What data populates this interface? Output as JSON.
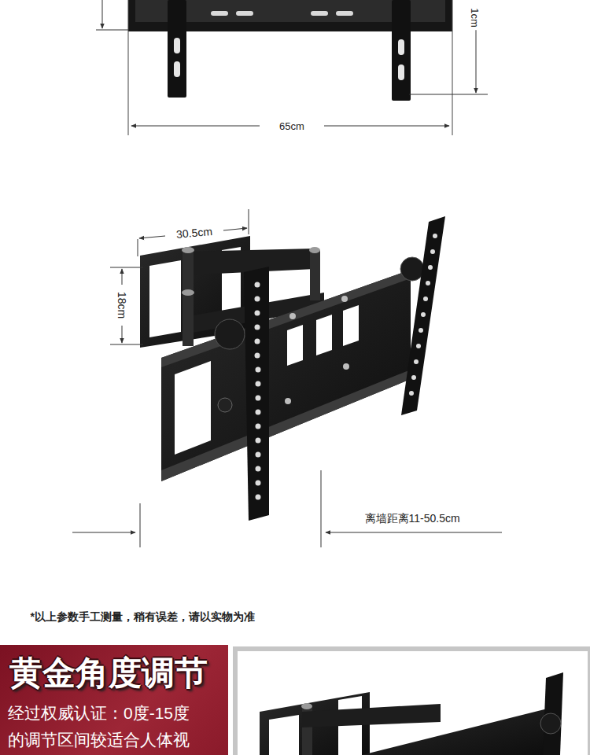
{
  "diagram": {
    "nodes": [
      {
        "text": [
          "黄金角度调节",
          "经过权威认证：0度-15度 的调节区间较适合人体视"
        ]
      }
    ],
    "labels": [
      "1cm",
      "65cm",
      "30.5cm",
      "18cm",
      "离墙距离11-50.5cm",
      "*以上参数手工测量，稍有误差，请以实物为准"
    ]
  }
}
